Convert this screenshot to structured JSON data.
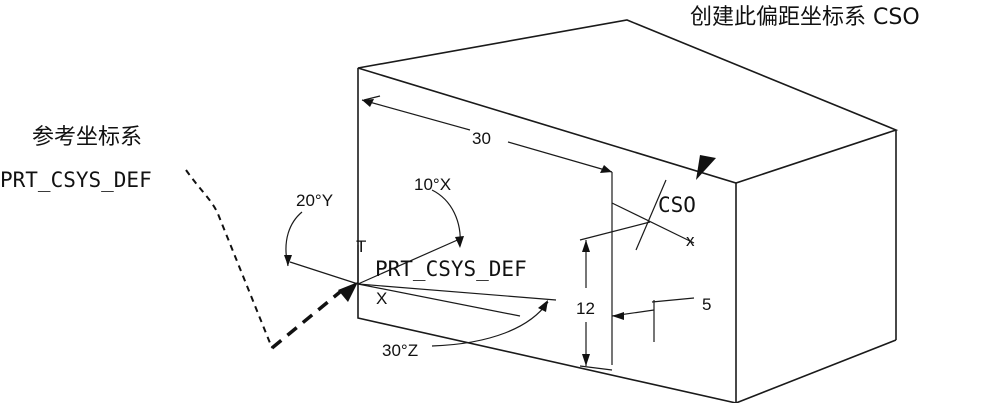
{
  "title_text": "创建此偏距坐标系 CSO",
  "ref_label": {
    "line1": "参考坐标系",
    "line2": "PRT_CSYS_DEF"
  },
  "model_labels": {
    "csys_default": "PRT_CSYS_DEF",
    "csys_offset": "CSO"
  },
  "dimensions": {
    "length": "30",
    "height": "12",
    "depth": "5",
    "rot_x": "10°X",
    "rot_y": "20°Y",
    "rot_z": "30°Z"
  }
}
